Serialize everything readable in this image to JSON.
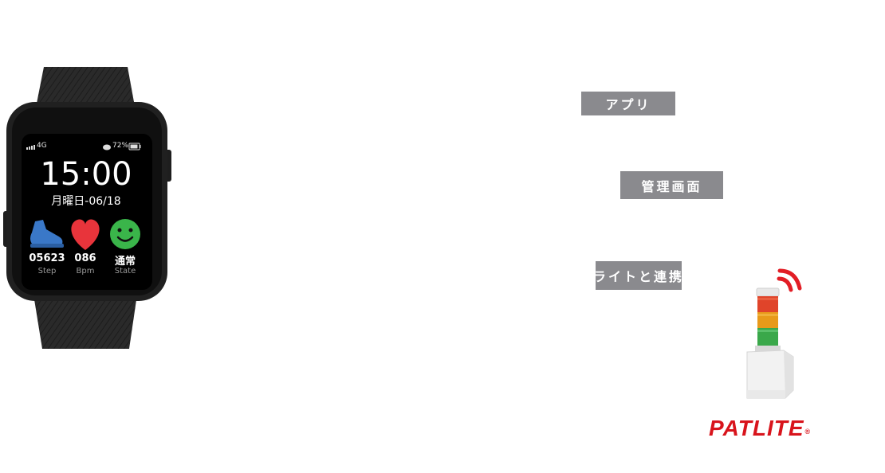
{
  "watch": {
    "status_signal": "4G",
    "status_battery": "72%",
    "time": "15:00",
    "date": "月曜日-06/18",
    "metrics": [
      {
        "value": "05623",
        "label": "Step"
      },
      {
        "value": "086",
        "label": "Bpm"
      },
      {
        "value": "通常",
        "label": "State"
      }
    ]
  },
  "tags": {
    "app": "アプリ",
    "admin": "管理画面",
    "light": "ライトと連携"
  },
  "brand": {
    "name": "PATLITE",
    "reg": "®"
  },
  "colors": {
    "tag_bg": "#8a8a8e",
    "brand_red": "#d8141c",
    "heart": "#e8343b",
    "smile": "#3ab54a",
    "shoe": "#3a78c8"
  }
}
